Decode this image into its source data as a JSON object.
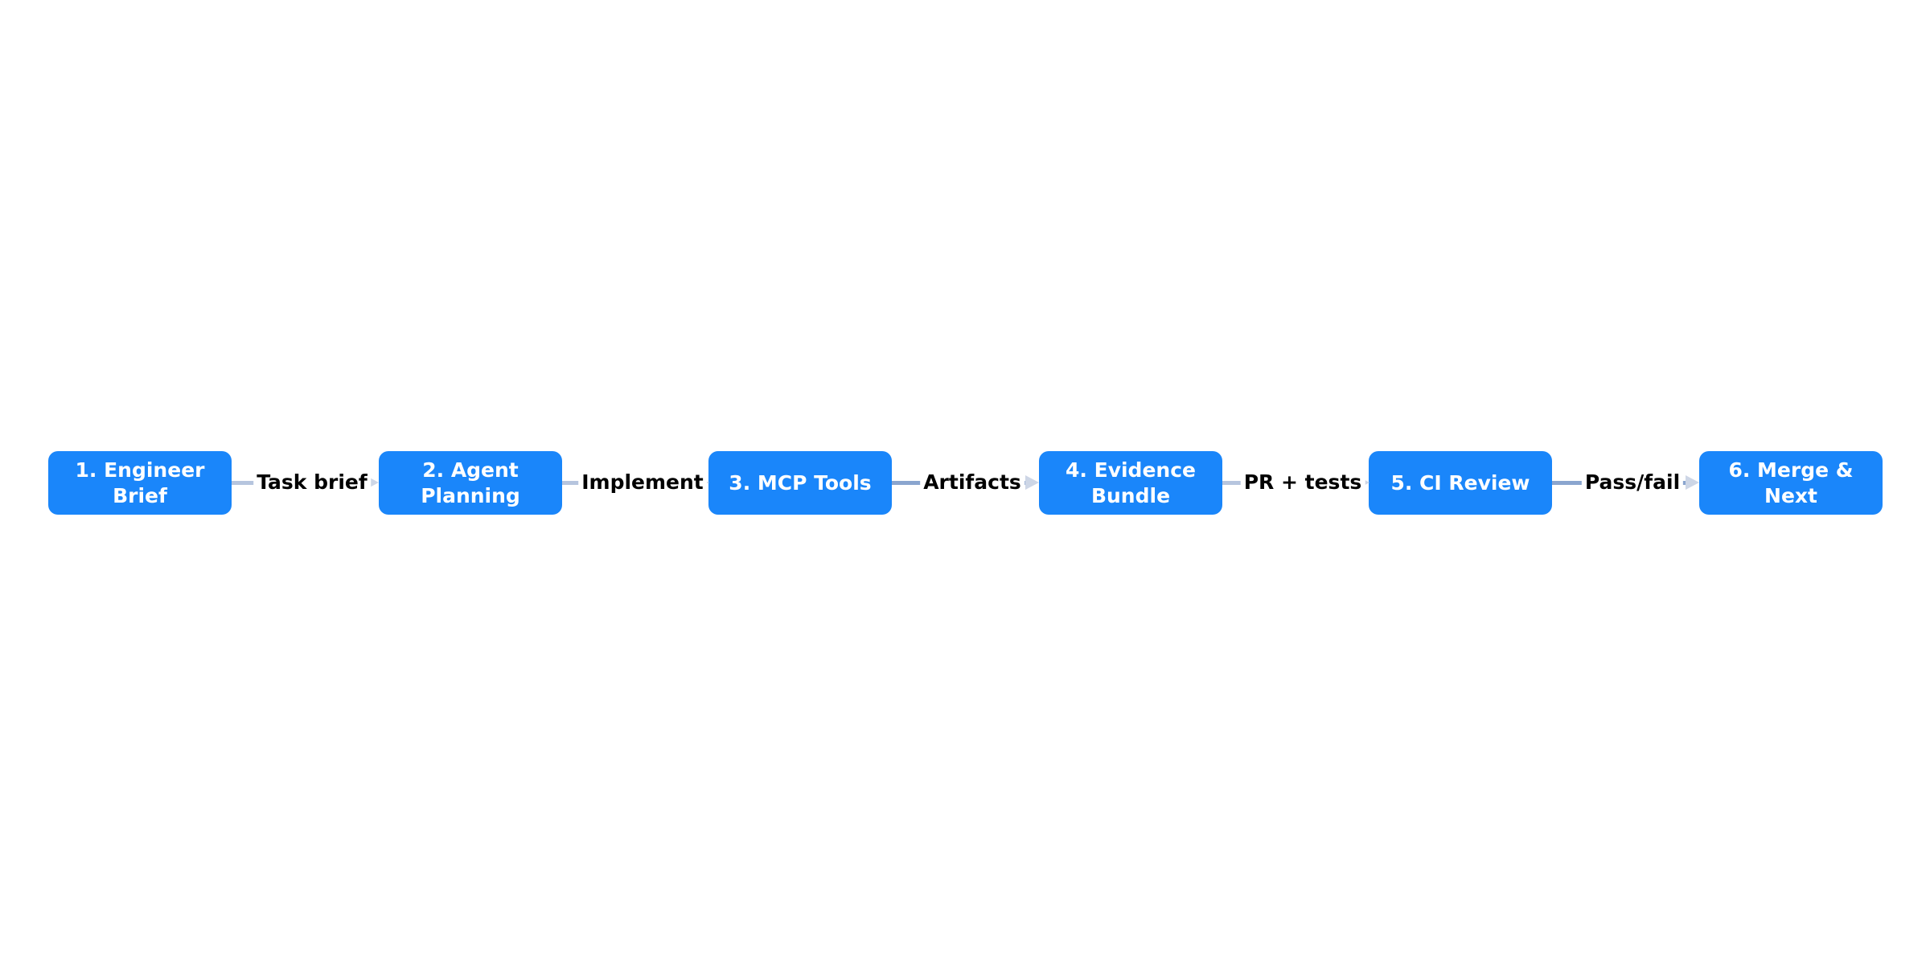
{
  "diagram": {
    "stages": [
      {
        "label": "1. Engineer Brief"
      },
      {
        "label": "2. Agent Planning"
      },
      {
        "label": "3. MCP Tools"
      },
      {
        "label": "4. Evidence Bundle"
      },
      {
        "label": "5. CI Review"
      },
      {
        "label": "6. Merge & Next"
      }
    ],
    "edges": [
      {
        "label": "Task brief"
      },
      {
        "label": "Implement"
      },
      {
        "label": "Artifacts"
      },
      {
        "label": "PR + tests"
      },
      {
        "label": "Pass/fail"
      }
    ]
  },
  "colors": {
    "stage_fill": "#1a86fa",
    "stage_text": "#ffffff",
    "connector": "#b6c5de",
    "edge_label_text": "#000000"
  }
}
